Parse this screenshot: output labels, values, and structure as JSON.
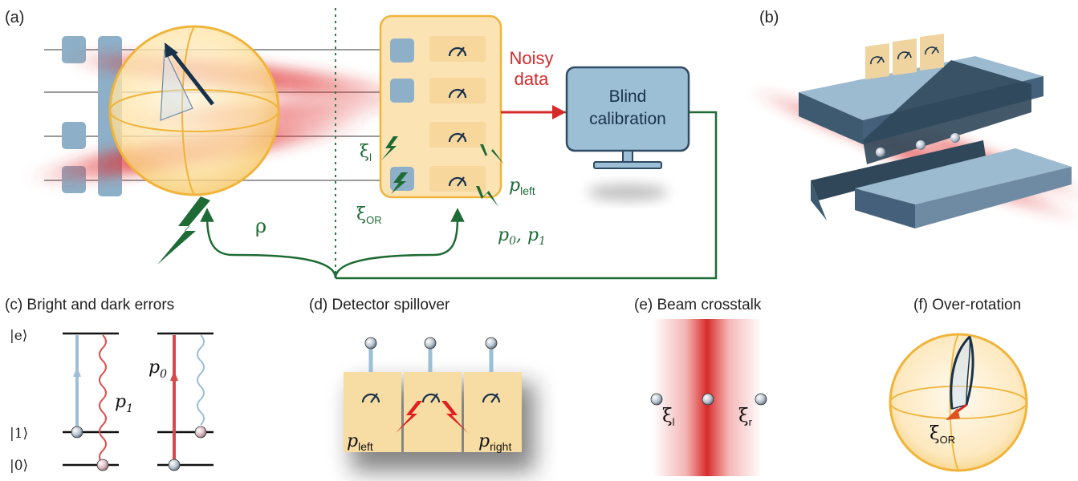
{
  "panels": {
    "a": {
      "label": "(a)"
    },
    "b": {
      "label": "(b)"
    },
    "c": {
      "label": "(c) Bright and dark errors"
    },
    "d": {
      "label": "(d) Detector spillover"
    },
    "e": {
      "label": "(e) Beam crosstalk"
    },
    "f": {
      "label": "(f) Over-rotation"
    }
  },
  "panel_a": {
    "noisy_line1": "Noisy",
    "noisy_line2": "data",
    "blind_line1": "Blind",
    "blind_line2": "calibration",
    "rho": "ρ",
    "xi_l": "ξ",
    "xi_l_sub": "l",
    "xi_or": "ξ",
    "xi_or_sub": "OR",
    "p_left": "p",
    "p_left_sub": "left",
    "p01": "p",
    "p0_sub": "0",
    "p01_sep": ", p",
    "p1_sub": "1"
  },
  "panel_c": {
    "ket_e": "|e⟩",
    "ket_1": "|1⟩",
    "ket_0": "|0⟩",
    "p1": "p",
    "p1_sub": "1",
    "p0": "p",
    "p0_sub": "0"
  },
  "panel_d": {
    "p_left": "p",
    "p_left_sub": "left",
    "p_right": "p",
    "p_right_sub": "right"
  },
  "panel_e": {
    "xi_l": "ξ",
    "xi_l_sub": "l",
    "xi_r": "ξ",
    "xi_r_sub": "r"
  },
  "panel_f": {
    "xi_or": "ξ",
    "xi_or_sub": "OR"
  },
  "colors": {
    "green": "#1e6b35",
    "red": "#d62a2a",
    "blue_box": "#8db0c8",
    "detector_fill": "#f7dca3",
    "sphere_edge": "#f0b43a",
    "screen_fill": "#9cbfd6",
    "dark_navy": "#19324b"
  }
}
